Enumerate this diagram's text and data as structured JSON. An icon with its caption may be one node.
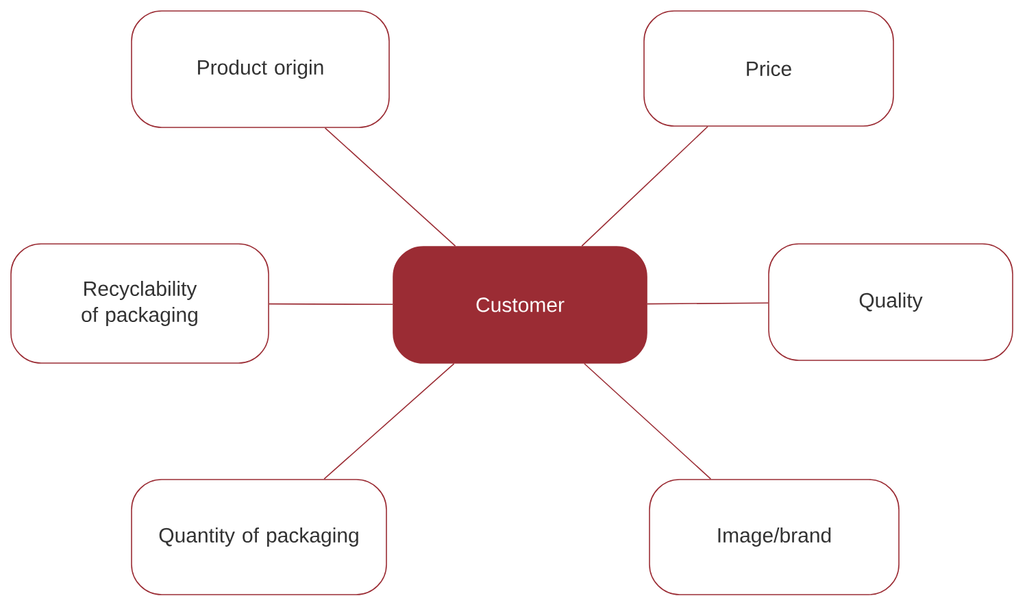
{
  "diagram": {
    "nodes": [
      {
        "text": [
          "Product origin"
        ]
      },
      {
        "text": [
          "Price"
        ]
      },
      {
        "text": [
          "Recyclability of packaging"
        ]
      },
      {
        "text": [
          "Customer"
        ]
      },
      {
        "text": [
          "Quality"
        ]
      },
      {
        "text": [
          "Quantity of packaging"
        ]
      },
      {
        "text": [
          "Image/brand"
        ]
      }
    ],
    "edges": [
      {
        "from": 3,
        "to": 0,
        "arrow": "none"
      },
      {
        "from": 3,
        "to": 1,
        "arrow": "none"
      },
      {
        "from": 3,
        "to": 2,
        "arrow": "none"
      },
      {
        "from": 3,
        "to": 4,
        "arrow": "none"
      },
      {
        "from": 3,
        "to": 5,
        "arrow": "none"
      },
      {
        "from": 3,
        "to": 6,
        "arrow": "none"
      }
    ]
  }
}
